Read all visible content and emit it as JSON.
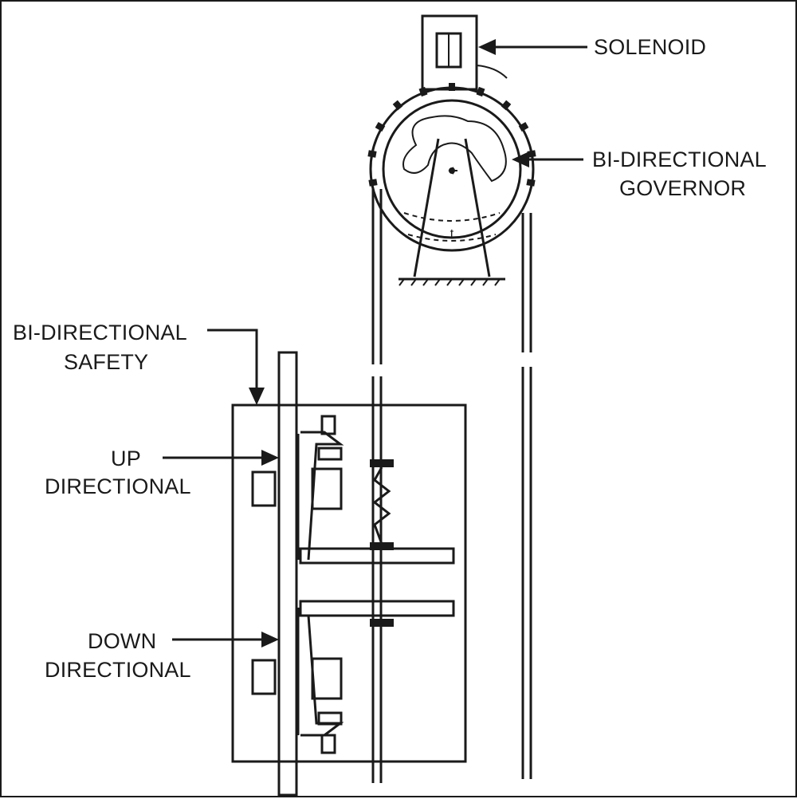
{
  "labels": {
    "solenoid": "SOLENOID",
    "governor_line1": "BI-DIRECTIONAL",
    "governor_line2": "GOVERNOR",
    "safety_line1": "BI-DIRECTIONAL",
    "safety_line2": "SAFETY",
    "up_line1": "UP",
    "up_line2": "DIRECTIONAL",
    "down_line1": "DOWN",
    "down_line2": "DIRECTIONAL"
  },
  "colors": {
    "ink": "#1a1a1a",
    "background": "#ffffff"
  }
}
